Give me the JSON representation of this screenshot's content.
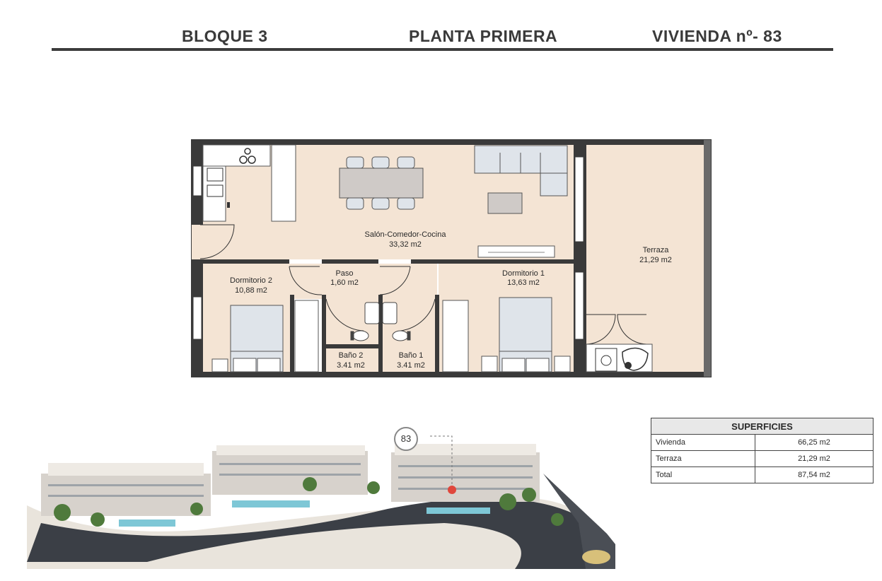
{
  "header": {
    "block": "BLOQUE 3",
    "floor": "PLANTA PRIMERA",
    "unit": "VIVIENDA nº- 83"
  },
  "rooms": {
    "salon": {
      "name": "Salón-Comedor-Cocina",
      "area": "33,32 m2"
    },
    "terraza": {
      "name": "Terraza",
      "area": "21,29 m2"
    },
    "dormitorio2": {
      "name": "Dormitorio 2",
      "area": "10,88 m2"
    },
    "paso": {
      "name": "Paso",
      "area": "1,60 m2"
    },
    "dormitorio1": {
      "name": "Dormitorio 1",
      "area": "13,63 m2"
    },
    "bano2": {
      "name": "Baño 2",
      "area": "3.41 m2"
    },
    "bano1": {
      "name": "Baño 1",
      "area": "3.41 m2"
    }
  },
  "superficies": {
    "title": "SUPERFICIES",
    "rows": [
      {
        "label": "Vivienda",
        "value": "66,25 m2"
      },
      {
        "label": "Terraza",
        "value": "21,29 m2"
      },
      {
        "label": "Total",
        "value": "87,54 m2"
      }
    ]
  },
  "marker": {
    "number": "83"
  },
  "colors": {
    "floor": "#f4e4d4",
    "wall": "#3a3a3a",
    "furniture": "#dfe4ea",
    "table": "#cfcac7",
    "marker_dot": "#e0473c"
  }
}
